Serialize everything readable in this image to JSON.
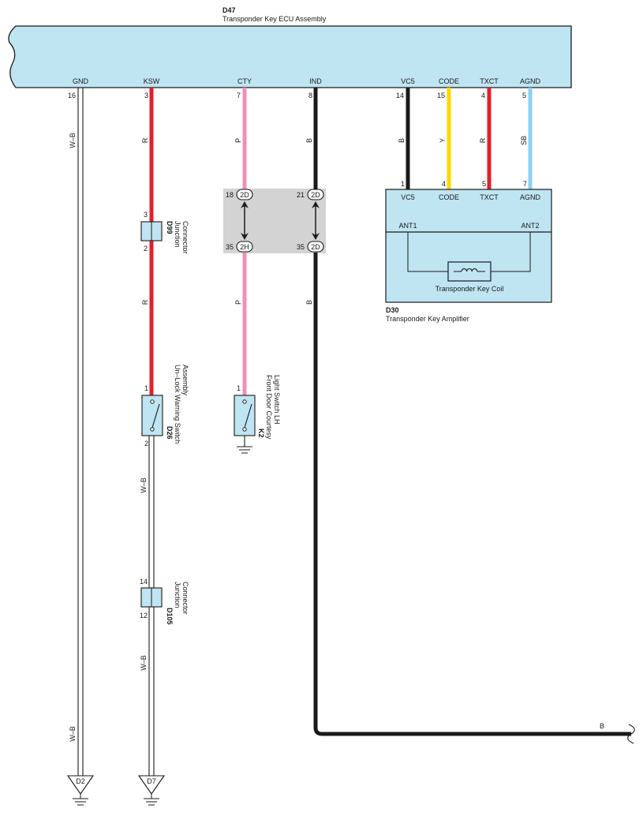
{
  "ecu": {
    "code": "D47",
    "name": "Transponder Key ECU Assembly"
  },
  "ecu_pins": [
    {
      "label": "GND",
      "pin": "16",
      "wire": "W–B"
    },
    {
      "label": "KSW",
      "pin": "3",
      "wire": "R"
    },
    {
      "label": "CTY",
      "pin": "7",
      "wire": "P"
    },
    {
      "label": "IND",
      "pin": "8",
      "wire": "B"
    },
    {
      "label": "VC5",
      "pin": "14",
      "wire": "B"
    },
    {
      "label": "CODE",
      "pin": "15",
      "wire": "Y"
    },
    {
      "label": "TXCT",
      "pin": "4",
      "wire": "R"
    },
    {
      "label": "AGND",
      "pin": "5",
      "wire": "SB"
    }
  ],
  "d99": {
    "code": "D99",
    "line1": "Junction",
    "line2": "Connector",
    "pin_top": "3",
    "pin_bottom": "2"
  },
  "ksw_lower_wire": "R",
  "d26": {
    "code": "D26",
    "line1": "Un–Lock Warning Switch",
    "line2": "Assembly",
    "pin_top": "1",
    "pin_bottom": "2"
  },
  "d26_lower_wire": "W–B",
  "d105": {
    "code": "D105",
    "line1": "Junction",
    "line2": "Connector",
    "pin_top": "14",
    "pin_bottom": "12"
  },
  "d105_lower_wire": "W–B",
  "gnd_lower_wire": "W–B",
  "grounds": {
    "left": "D2",
    "right": "D7"
  },
  "inline_connectors": {
    "cty_top_pin": "18",
    "cty_top_code": "2D",
    "cty_bottom_pin": "35",
    "cty_bottom_code": "2H",
    "ind_top_pin": "21",
    "ind_top_code": "2D",
    "ind_bottom_pin": "35",
    "ind_bottom_code": "2D"
  },
  "cty_lower_wire": "P",
  "k2": {
    "code": "K2",
    "line1": "Front Door Courtesy",
    "line2": "Light Switch LH",
    "pin_top": "1"
  },
  "ind_lower_wire": "B",
  "ind_exit_wire": "B",
  "d30": {
    "code": "D30",
    "name": "Transponder Key Amplifier",
    "pins": [
      {
        "label": "VC5",
        "pin": "1"
      },
      {
        "label": "CODE",
        "pin": "4"
      },
      {
        "label": "TXCT",
        "pin": "5"
      },
      {
        "label": "AGND",
        "pin": "7"
      }
    ],
    "ant1": "ANT1",
    "ant2": "ANT2",
    "coil": "Transponder Key Coil"
  },
  "colors": {
    "box_fill": "#bfe4f2",
    "wire_red": "#e41f2d",
    "wire_pink": "#ee8fbb",
    "wire_yellow": "#ffd800",
    "wire_sky": "#8dd0ee",
    "wire_black": "#1a1a1a",
    "junction_shade": "#d3d3d3"
  }
}
